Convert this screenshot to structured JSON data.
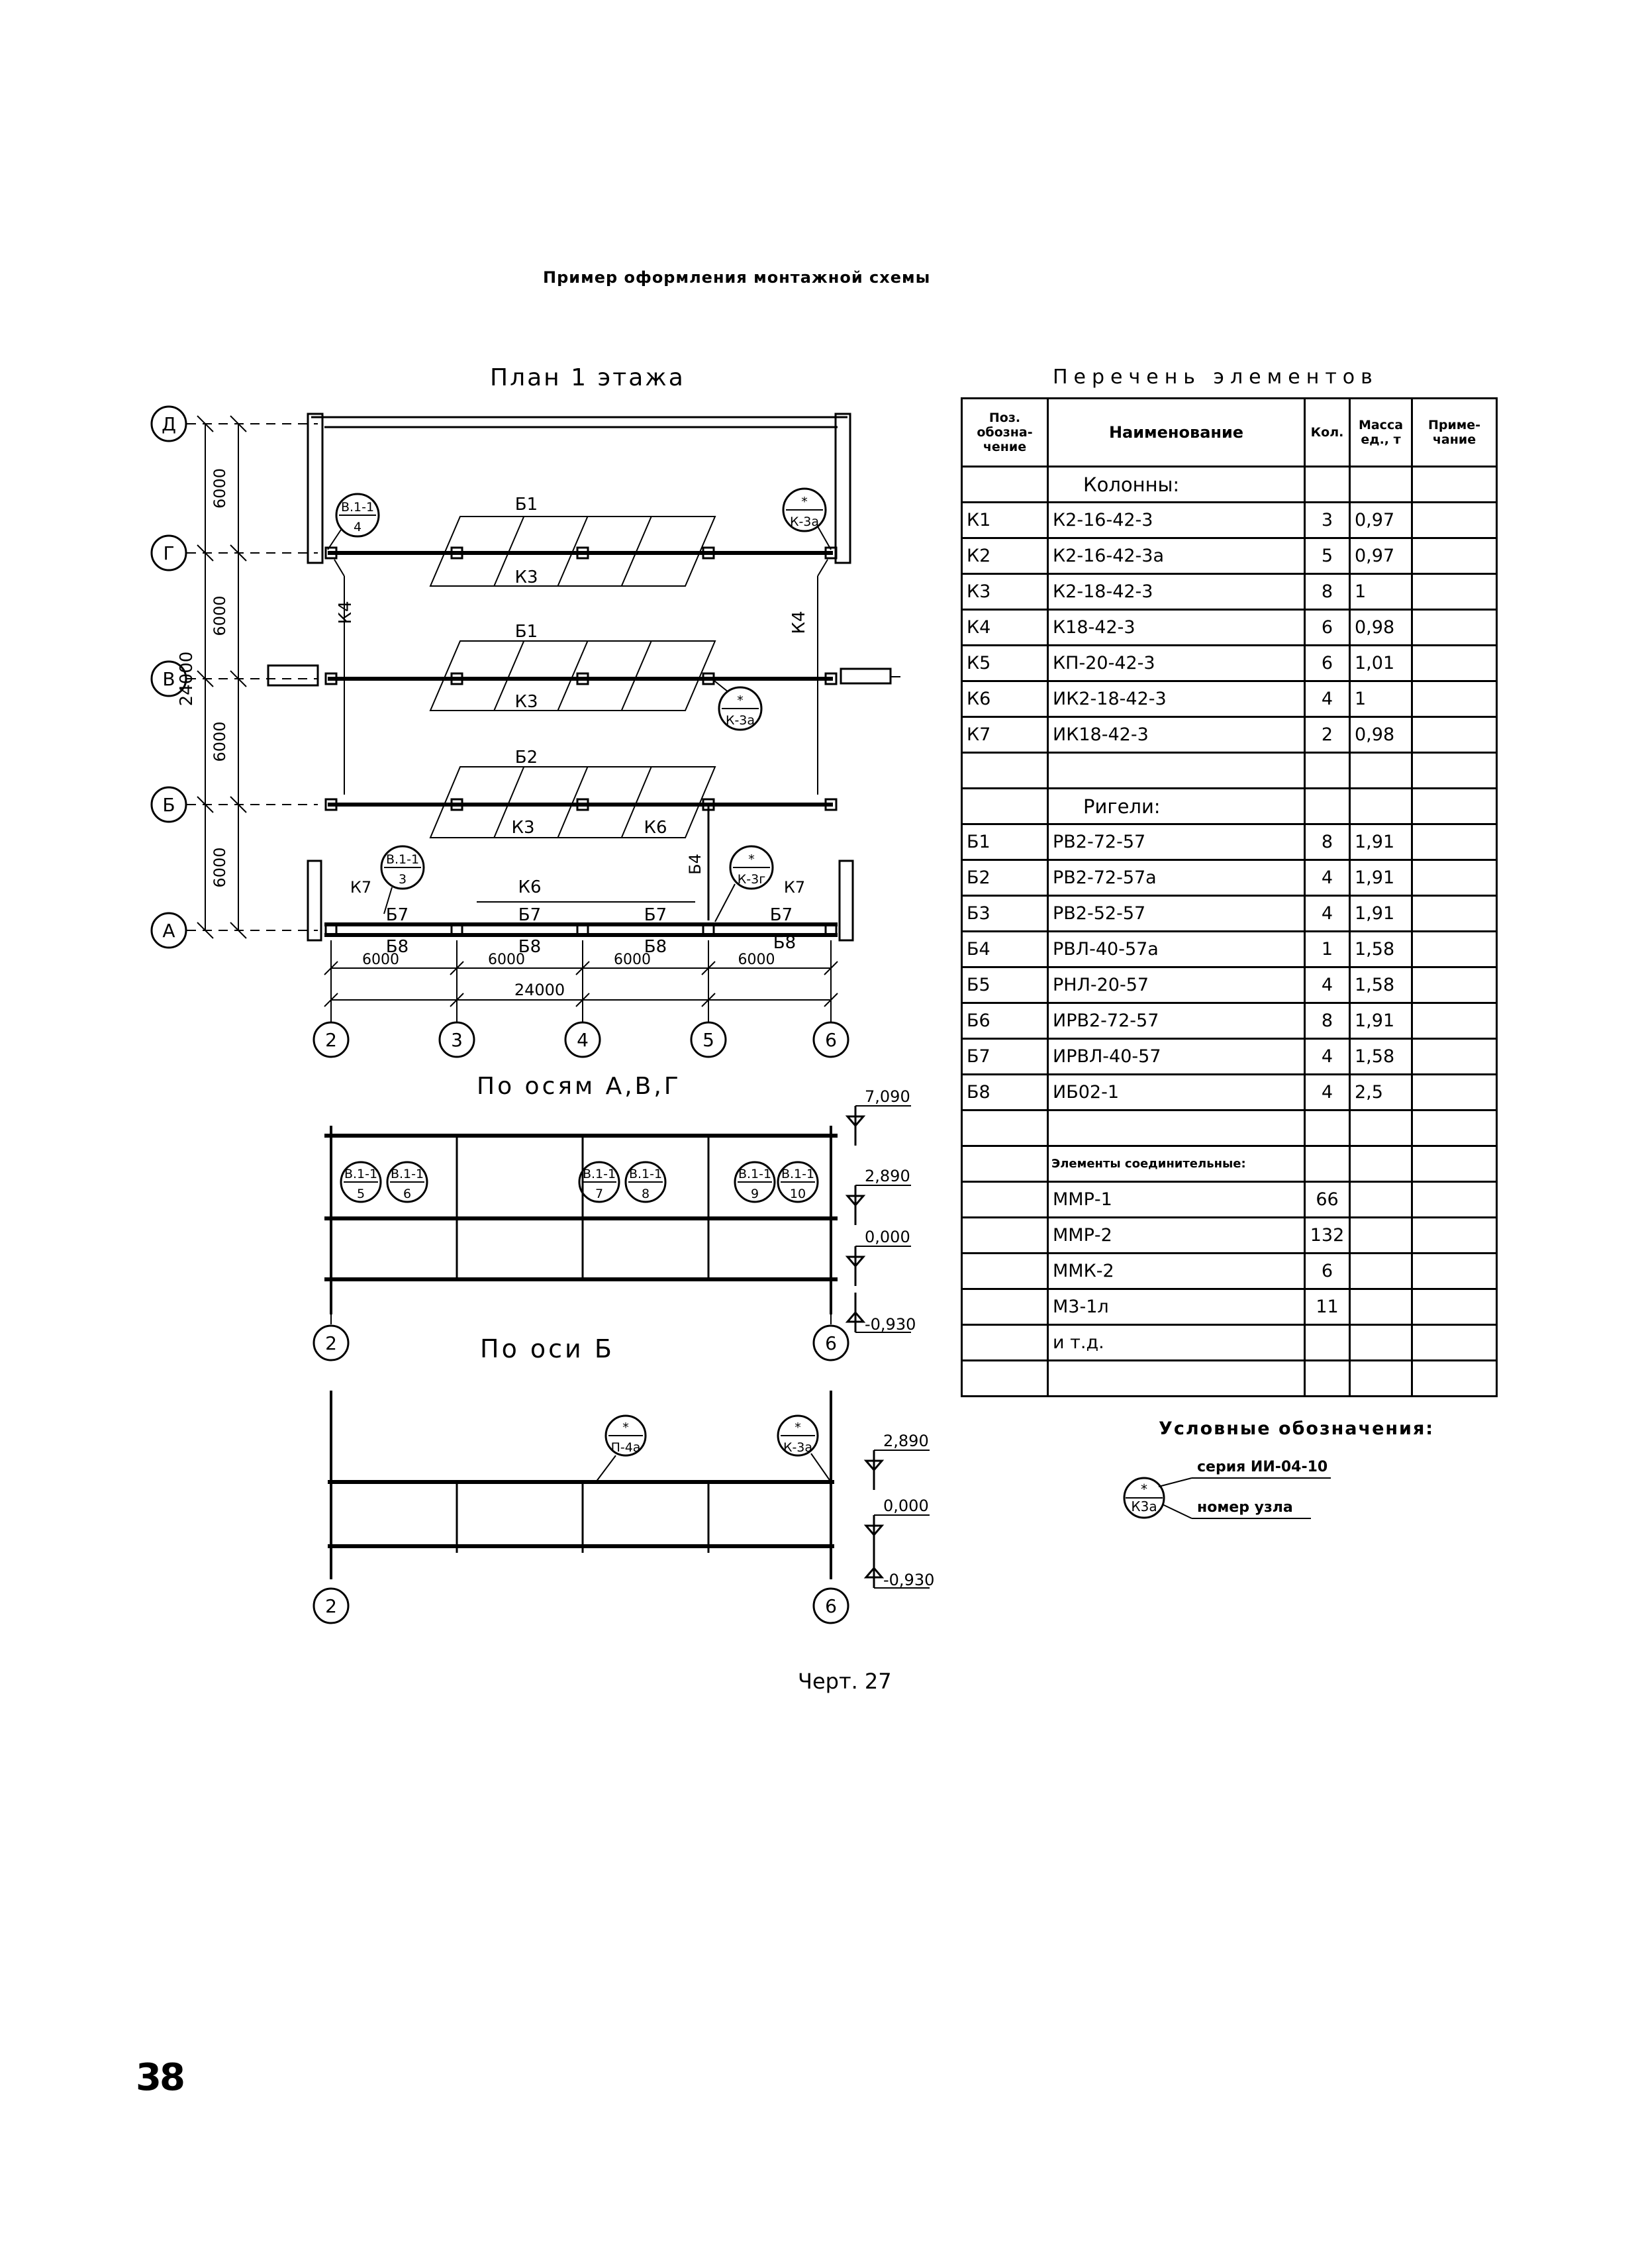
{
  "page_title": "Пример оформления монтажной схемы",
  "plan": {
    "title": "План 1 этажа",
    "axes_rows": [
      "Д",
      "Г",
      "В",
      "Б",
      "А"
    ],
    "axes_cols": [
      "2",
      "3",
      "4",
      "5",
      "6"
    ],
    "row_dims": [
      "6000",
      "6000",
      "6000",
      "6000"
    ],
    "total_row_dim": "24000",
    "col_dims": [
      "6000",
      "6000",
      "6000",
      "6000"
    ],
    "total_col_dim": "24000",
    "labels": {
      "b1": "Б1",
      "b2": "Б2",
      "k3": "К3",
      "k4": "К4",
      "k6": "К6",
      "k7": "К7",
      "b4": "Б4",
      "b7": "Б7",
      "b8": "Б8"
    },
    "callouts": [
      {
        "top": "В.1-1",
        "bottom": "4"
      },
      {
        "top": "*",
        "bottom": "К-3а"
      },
      {
        "top": "*",
        "bottom": "К-3а"
      },
      {
        "top": "В.1-1",
        "bottom": "3"
      },
      {
        "top": "*",
        "bottom": "К-3г"
      }
    ]
  },
  "section1": {
    "title": "По осям А,В,Г",
    "levels": [
      "7,090",
      "2,890",
      "0,000",
      "-0,930"
    ],
    "axes": [
      "2",
      "6"
    ],
    "callouts": [
      {
        "top": "В.1-1",
        "bottom": "5"
      },
      {
        "top": "В.1-1",
        "bottom": "6"
      },
      {
        "top": "В.1-1",
        "bottom": "7"
      },
      {
        "top": "В.1-1",
        "bottom": "8"
      },
      {
        "top": "В.1-1",
        "bottom": "9"
      },
      {
        "top": "В.1-1",
        "bottom": "10"
      }
    ]
  },
  "section2": {
    "title": "По оси Б",
    "levels": [
      "2,890",
      "0,000",
      "-0,930"
    ],
    "axes": [
      "2",
      "6"
    ],
    "callouts": [
      {
        "top": "*",
        "bottom": "П-4а"
      },
      {
        "top": "*",
        "bottom": "К-3а"
      }
    ]
  },
  "spec": {
    "title": "Перечень элементов",
    "headers": {
      "pos": "Поз. обозна-чение",
      "name": "Наименование",
      "qty": "Кол.",
      "mass": "Масса ед., т",
      "note": "Приме-чание"
    },
    "rows": [
      {
        "pos": "",
        "name": "Колонны:",
        "qty": "",
        "mass": "",
        "kind": "group"
      },
      {
        "pos": "К1",
        "name": "К2-16-42-3",
        "qty": "3",
        "mass": "0,97"
      },
      {
        "pos": "К2",
        "name": "К2-16-42-3а",
        "qty": "5",
        "mass": "0,97"
      },
      {
        "pos": "К3",
        "name": "К2-18-42-3",
        "qty": "8",
        "mass": "1"
      },
      {
        "pos": "К4",
        "name": "К18-42-3",
        "qty": "6",
        "mass": "0,98"
      },
      {
        "pos": "К5",
        "name": "КП-20-42-3",
        "qty": "6",
        "mass": "1,01"
      },
      {
        "pos": "К6",
        "name": "ИК2-18-42-3",
        "qty": "4",
        "mass": "1"
      },
      {
        "pos": "К7",
        "name": "ИК18-42-3",
        "qty": "2",
        "mass": "0,98"
      },
      {
        "pos": "",
        "name": "",
        "qty": "",
        "mass": ""
      },
      {
        "pos": "",
        "name": "Ригели:",
        "qty": "",
        "mass": "",
        "kind": "group"
      },
      {
        "pos": "Б1",
        "name": "РВ2-72-57",
        "qty": "8",
        "mass": "1,91"
      },
      {
        "pos": "Б2",
        "name": "РВ2-72-57а",
        "qty": "4",
        "mass": "1,91"
      },
      {
        "pos": "Б3",
        "name": "РВ2-52-57",
        "qty": "4",
        "mass": "1,91"
      },
      {
        "pos": "Б4",
        "name": "РВЛ-40-57а",
        "qty": "1",
        "mass": "1,58"
      },
      {
        "pos": "Б5",
        "name": "РНЛ-20-57",
        "qty": "4",
        "mass": "1,58"
      },
      {
        "pos": "Б6",
        "name": "ИРВ2-72-57",
        "qty": "8",
        "mass": "1,91"
      },
      {
        "pos": "Б7",
        "name": "ИРВЛ-40-57",
        "qty": "4",
        "mass": "1,58"
      },
      {
        "pos": "Б8",
        "name": "ИБ02-1",
        "qty": "4",
        "mass": "2,5"
      },
      {
        "pos": "",
        "name": "",
        "qty": "",
        "mass": ""
      },
      {
        "pos": "",
        "name": "Элементы соединительные:",
        "qty": "",
        "mass": "",
        "kind": "small"
      },
      {
        "pos": "",
        "name": "ММР-1",
        "qty": "66",
        "mass": ""
      },
      {
        "pos": "",
        "name": "ММР-2",
        "qty": "132",
        "mass": ""
      },
      {
        "pos": "",
        "name": "ММК-2",
        "qty": "6",
        "mass": ""
      },
      {
        "pos": "",
        "name": "М3-1л",
        "qty": "11",
        "mass": ""
      },
      {
        "pos": "",
        "name": "и т.д.",
        "qty": "",
        "mass": ""
      },
      {
        "pos": "",
        "name": "",
        "qty": "",
        "mass": ""
      }
    ]
  },
  "legend": {
    "title": "Условные обозначения:",
    "symbol_top": "*",
    "symbol_bottom": "К3а",
    "series_label": "серия ИИ-04-10",
    "node_label": "номер узла"
  },
  "caption": "Черт. 27",
  "page_number": "38"
}
